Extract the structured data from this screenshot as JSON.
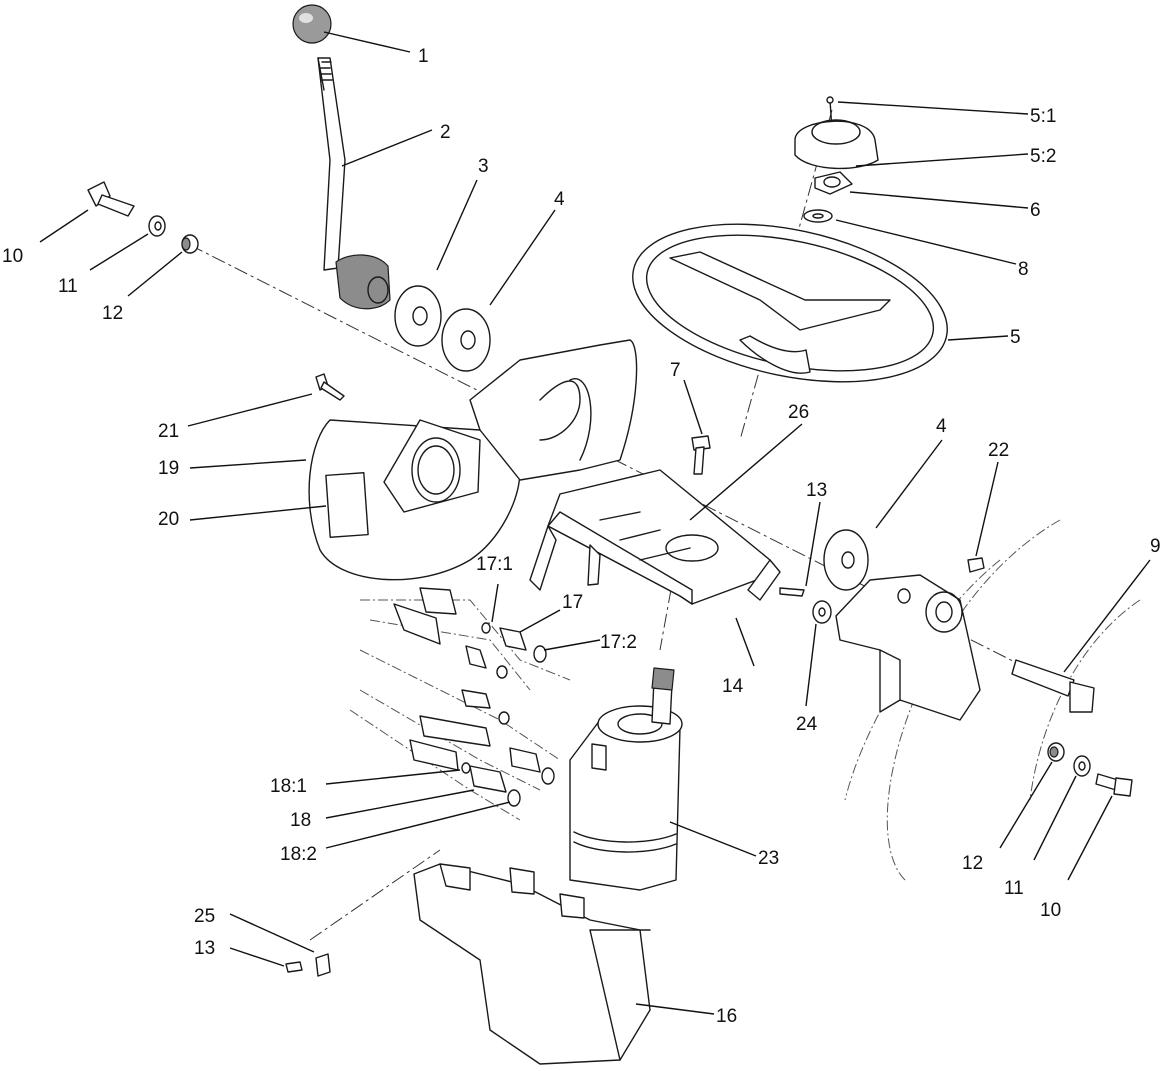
{
  "diagram": {
    "callouts": [
      {
        "id": "c1",
        "label": "1"
      },
      {
        "id": "c2",
        "label": "2"
      },
      {
        "id": "c3",
        "label": "3"
      },
      {
        "id": "c4a",
        "label": "4"
      },
      {
        "id": "c4b",
        "label": "4"
      },
      {
        "id": "c5",
        "label": "5"
      },
      {
        "id": "c51",
        "label": "5:1"
      },
      {
        "id": "c52",
        "label": "5:2"
      },
      {
        "id": "c6",
        "label": "6"
      },
      {
        "id": "c7",
        "label": "7"
      },
      {
        "id": "c8",
        "label": "8"
      },
      {
        "id": "c9",
        "label": "9"
      },
      {
        "id": "c10a",
        "label": "10"
      },
      {
        "id": "c10b",
        "label": "10"
      },
      {
        "id": "c11a",
        "label": "11"
      },
      {
        "id": "c11b",
        "label": "11"
      },
      {
        "id": "c12a",
        "label": "12"
      },
      {
        "id": "c12b",
        "label": "12"
      },
      {
        "id": "c13a",
        "label": "13"
      },
      {
        "id": "c13b",
        "label": "13"
      },
      {
        "id": "c14",
        "label": "14"
      },
      {
        "id": "c16",
        "label": "16"
      },
      {
        "id": "c17",
        "label": "17"
      },
      {
        "id": "c171",
        "label": "17:1"
      },
      {
        "id": "c172",
        "label": "17:2"
      },
      {
        "id": "c18",
        "label": "18"
      },
      {
        "id": "c181",
        "label": "18:1"
      },
      {
        "id": "c182",
        "label": "18:2"
      },
      {
        "id": "c19",
        "label": "19"
      },
      {
        "id": "c20",
        "label": "20"
      },
      {
        "id": "c21",
        "label": "21"
      },
      {
        "id": "c22",
        "label": "22"
      },
      {
        "id": "c23",
        "label": "23"
      },
      {
        "id": "c24",
        "label": "24"
      },
      {
        "id": "c25",
        "label": "25"
      },
      {
        "id": "c26",
        "label": "26"
      }
    ]
  }
}
